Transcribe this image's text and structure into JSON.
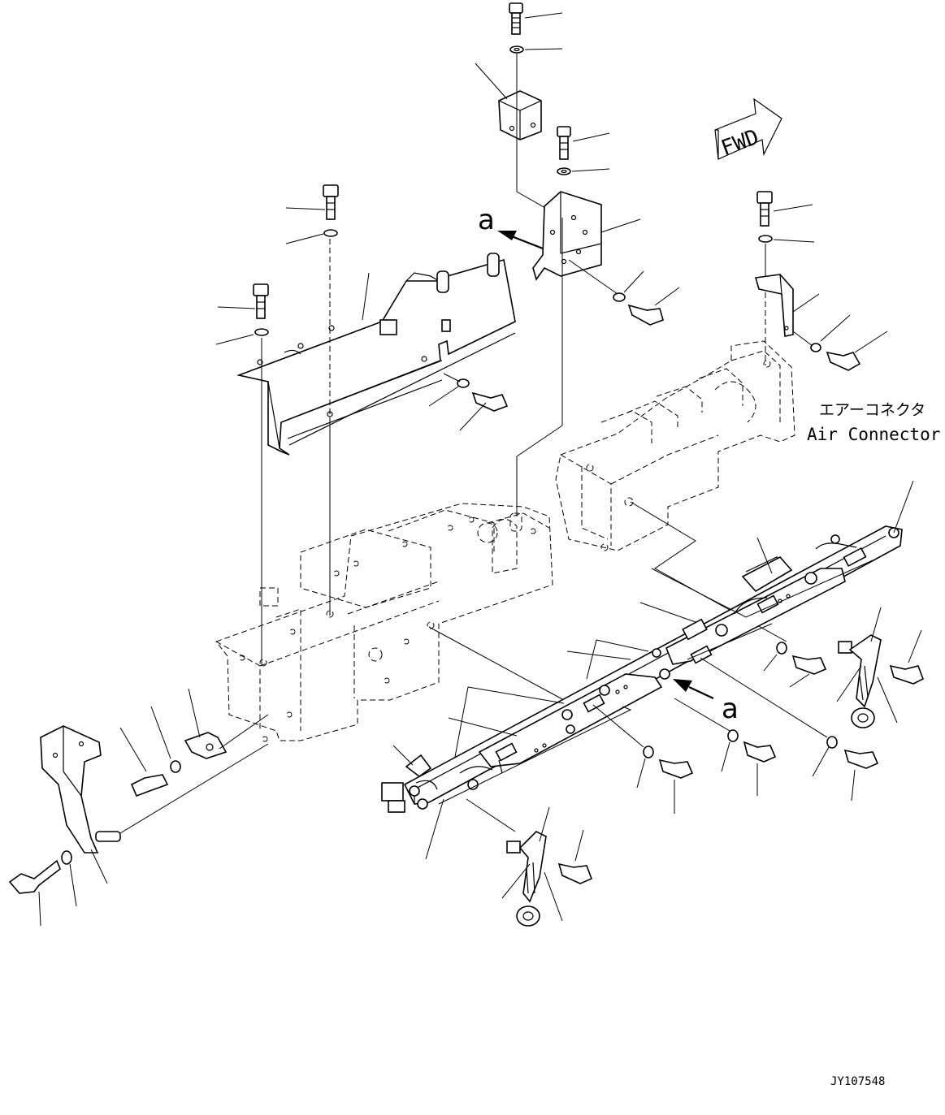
{
  "labels": {
    "direction": "FWD",
    "view_marker_top": "a",
    "view_marker_bottom": "a",
    "callout_jp": "エアーコネクタ",
    "callout_en": "Air Connector",
    "drawing_id": "JY107548"
  },
  "icons": {
    "direction_arrow": "fwd-arrow-icon"
  }
}
